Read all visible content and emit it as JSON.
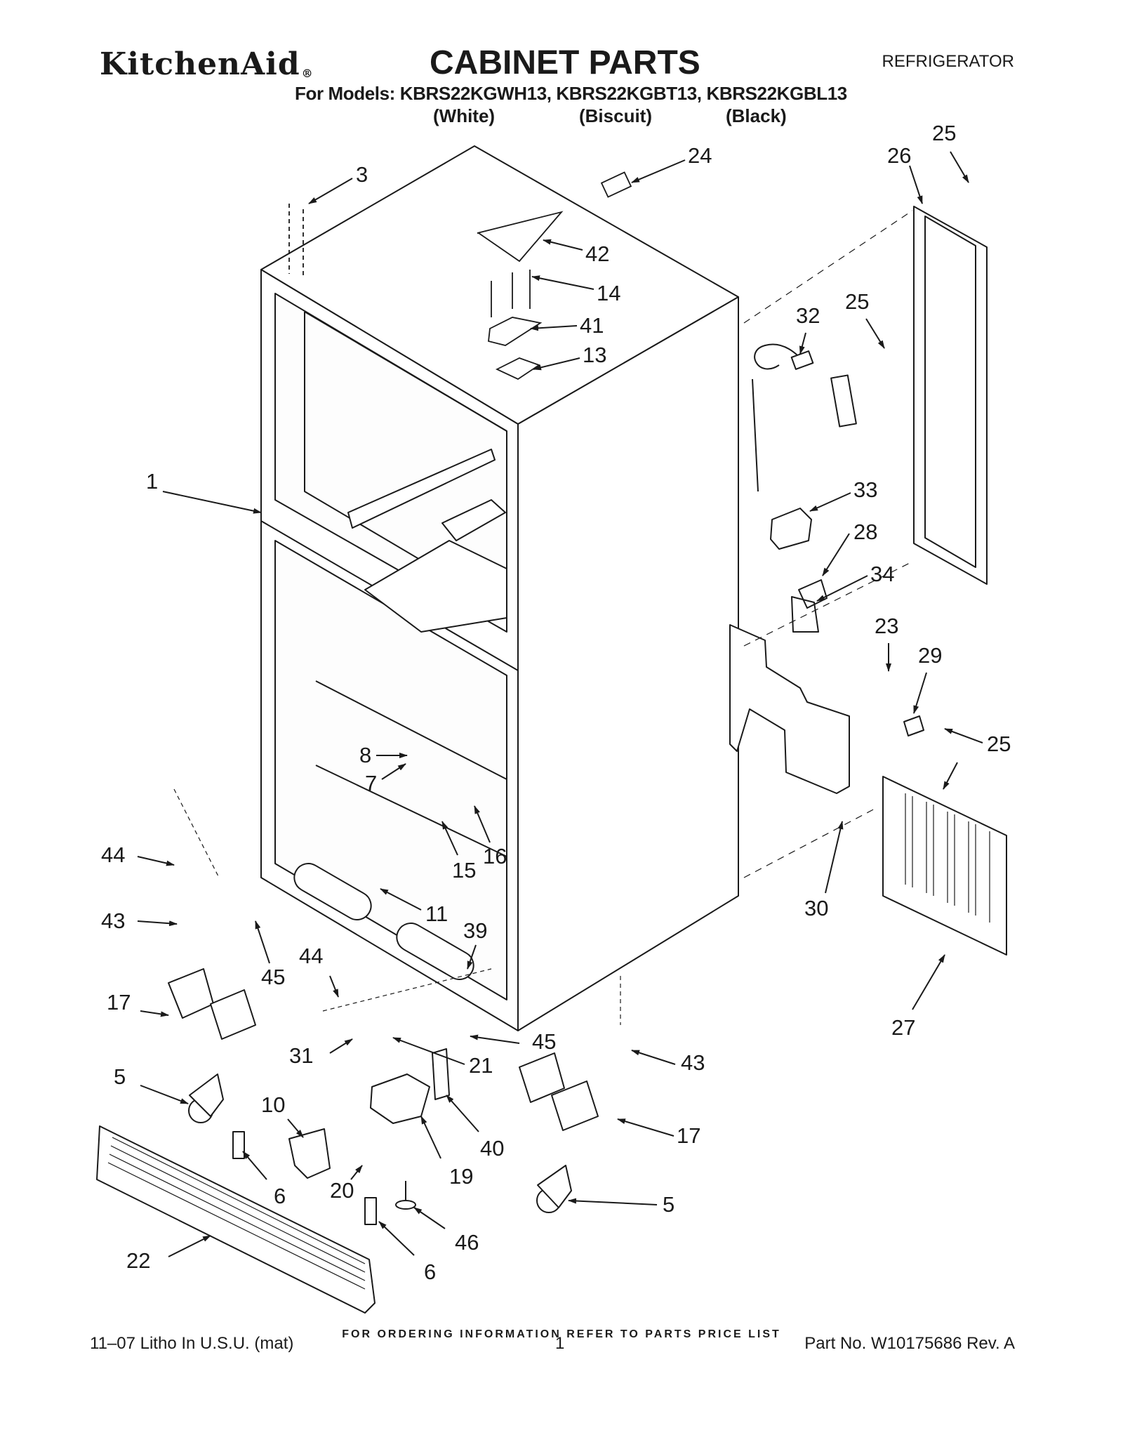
{
  "header": {
    "brand": "KitchenAid",
    "brand_mark": "®",
    "title": "CABINET PARTS",
    "appliance": "REFRIGERATOR",
    "models_line": "For Models: KBRS22KGWH13, KBRS22KGBT13, KBRS22KGBL13",
    "variants": [
      "(White)",
      "(Biscuit)",
      "(Black)"
    ]
  },
  "callouts": [
    "1",
    "3",
    "24",
    "42",
    "14",
    "41",
    "13",
    "25",
    "26",
    "32",
    "25",
    "33",
    "28",
    "34",
    "23",
    "29",
    "25",
    "8",
    "7",
    "16",
    "15",
    "11",
    "44",
    "43",
    "45",
    "44",
    "39",
    "30",
    "27",
    "17",
    "31",
    "21",
    "45",
    "43",
    "5",
    "10",
    "40",
    "19",
    "20",
    "17",
    "5",
    "46",
    "6",
    "6",
    "22"
  ],
  "footer": {
    "note": "FOR ORDERING INFORMATION REFER TO PARTS PRICE LIST",
    "litho": "11–07 Litho In U.S.U. (mat)",
    "page": "1",
    "part_number": "Part No. W10175686 Rev. A"
  }
}
